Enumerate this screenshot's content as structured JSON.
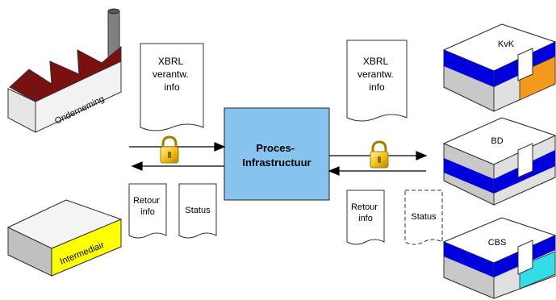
{
  "entities": {
    "company": "Onderneming",
    "intermediary": "Intermediair",
    "kvk": "KvK",
    "bd": "BD",
    "cbs": "CBS"
  },
  "process_box": {
    "line1": "Proces-",
    "line2": "Infrastructuur"
  },
  "documents": {
    "xbrl_left": [
      "XBRL",
      "verantw.",
      "info"
    ],
    "xbrl_right": [
      "XBRL",
      "verantw.",
      "info"
    ],
    "retour_left": [
      "Retour",
      "info"
    ],
    "status_left": [
      "Status"
    ],
    "retour_right": [
      "Retour",
      "info"
    ],
    "status_right": [
      "Status"
    ]
  },
  "colors": {
    "process_fill": "#87c3ef",
    "roof": "#7a1010",
    "wall": "#f2f2f2",
    "wall_side": "#b8b8b8",
    "stripe_blue": "#0000dd",
    "kvk_accent": "#f39a1c",
    "cbs_accent": "#33dde8",
    "intermediary": "#ffff00",
    "lock": "#e8b400"
  }
}
